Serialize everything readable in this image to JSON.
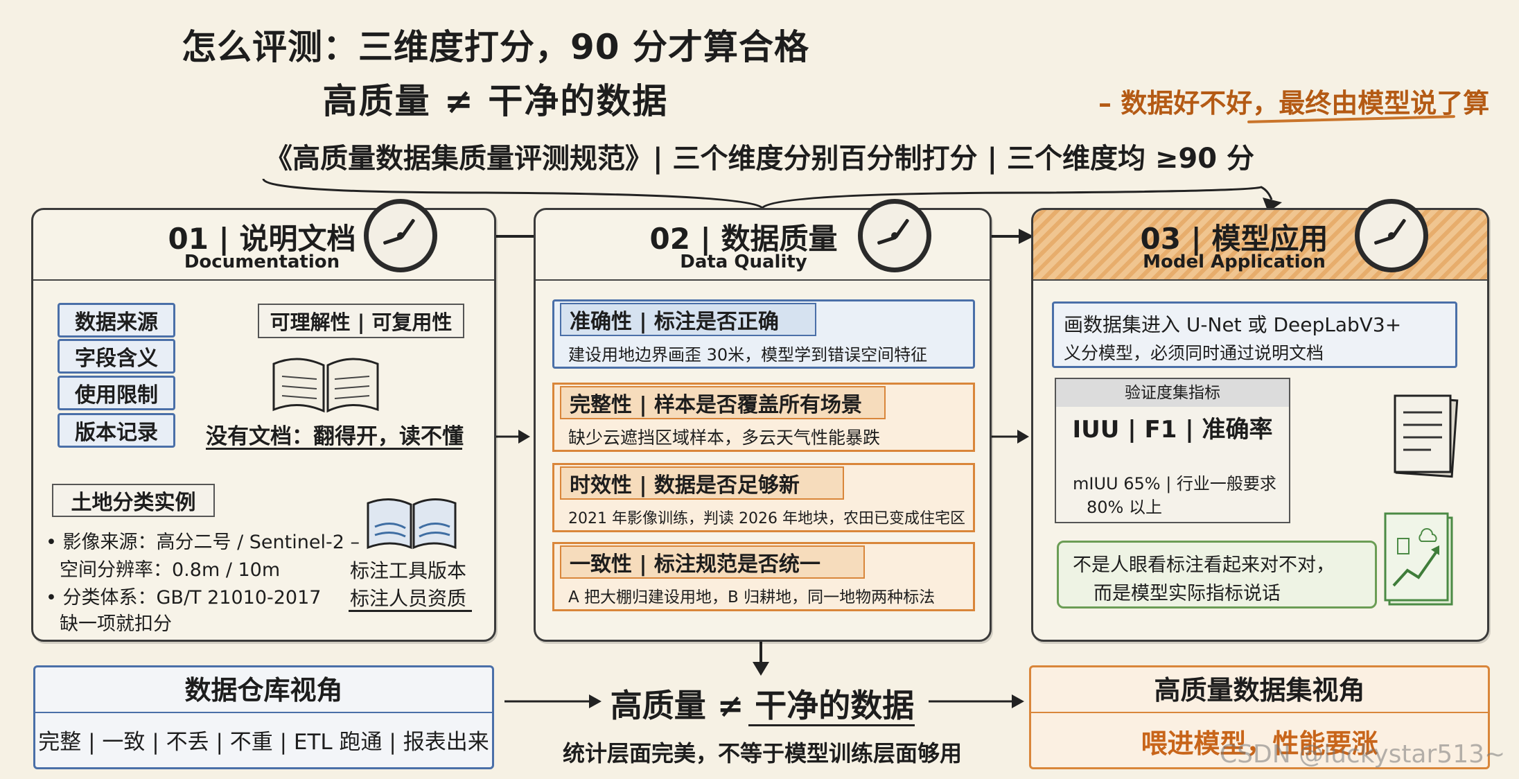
{
  "header": {
    "title_line1": "怎么评测：三维度打分，90 分才算合格",
    "title_line2": "高质量 ≠ 干净的数据",
    "side_note": "– 数据好不好，最终由模型说了算",
    "subtitle": "《高质量数据集质量评测规范》| 三个维度分别百分制打分 | 三个维度均 ≥90 分"
  },
  "panel1": {
    "title": "01 | 说明文档",
    "subtitle": "Documentation",
    "tags": [
      "数据来源",
      "字段含义",
      "使用限制",
      "版本记录"
    ],
    "result_box": "可理解性 | 可复用性",
    "note": "没有文档：翻得开，读不懂",
    "example_title": "土地分类实例",
    "example_lines": [
      "• 影像来源：高分二号 / Sentinel-2 –",
      "空间分辨率：0.8m / 10m",
      "• 分类体系：GB/T 21010-2017",
      "缺一项就扣分"
    ],
    "tool_lines": [
      "标注工具版本",
      "标注人员资质"
    ]
  },
  "panel2": {
    "title": "02 | 数据质量",
    "subtitle": "Data Quality",
    "items": [
      {
        "head": "准确性 | 标注是否正确",
        "detail": "建设用地边界画歪 30米，模型学到错误空间特征"
      },
      {
        "head": "完整性 | 样本是否覆盖所有场景",
        "detail": "缺少云遮挡区域样本，多云天气性能暴跌"
      },
      {
        "head": "时效性 | 数据是否足够新",
        "detail": "2021 年影像训练，判读 2026 年地块，农田已变成住宅区"
      },
      {
        "head": "一致性 | 标注规范是否统一",
        "detail": "A 把大棚归建设用地，B 归耕地，同一地物两种标法"
      }
    ]
  },
  "panel3": {
    "title": "03 | 模型应用",
    "subtitle": "Model Application",
    "intro_line1": "画数据集进入 U-Net 或 DeepLabV3+",
    "intro_line2": "义分模型，必须同时通过说明文档",
    "metric_header": "验证度集指标",
    "metric_main": "IUU | F1 | 准确率",
    "metric_line1": "mIUU 65% | 行业一般要求",
    "metric_line2": "80% 以上",
    "speech_line1": "不是人眼看标注看起来对不对，",
    "speech_line2": "而是模型实际指标说话"
  },
  "bottom": {
    "left_title": "数据仓库视角",
    "left_detail": "完整 | 一致 | 不丢 | 不重 | ETL 跑通 | 报表出来",
    "center_title": "高质量 ≠ 干净的数据",
    "center_detail": "统计层面完美，不等于模型训练层面够用",
    "right_title": "高质量数据集视角",
    "right_detail": "喂进模型，性能要涨",
    "watermark": "CSDN @luckystar513~"
  }
}
